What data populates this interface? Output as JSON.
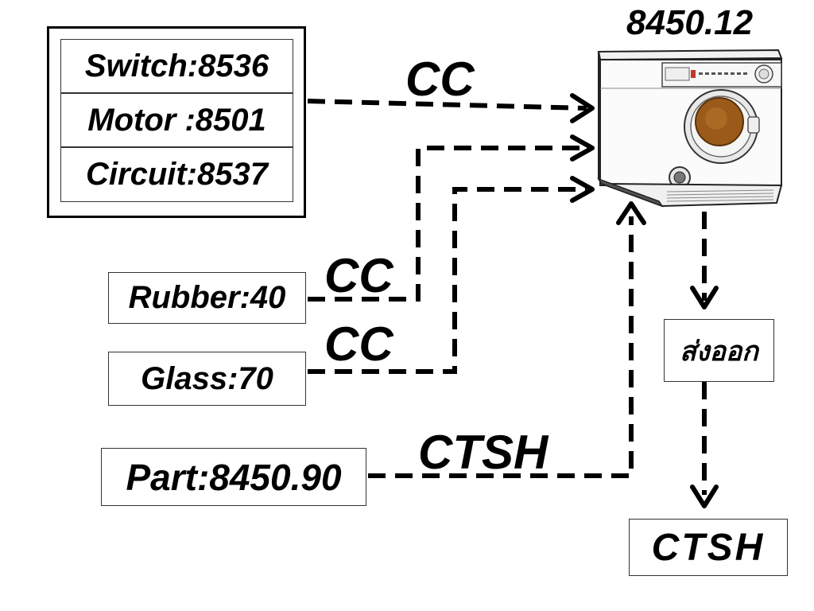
{
  "components_group": {
    "switch": "Switch:8536",
    "motor": "Motor :8501",
    "circuit": "Circuit:8537"
  },
  "inputs": {
    "rubber": "Rubber:40",
    "glass": "Glass:70",
    "part": "Part:8450.90"
  },
  "rules": {
    "group_rule": "CC",
    "rubber_rule": "CC",
    "glass_rule": "CC",
    "part_rule": "CTSH"
  },
  "product": {
    "code": "8450.12",
    "image": "washing-machine"
  },
  "export": {
    "label": "ส่งออก",
    "result": "CTSH"
  }
}
